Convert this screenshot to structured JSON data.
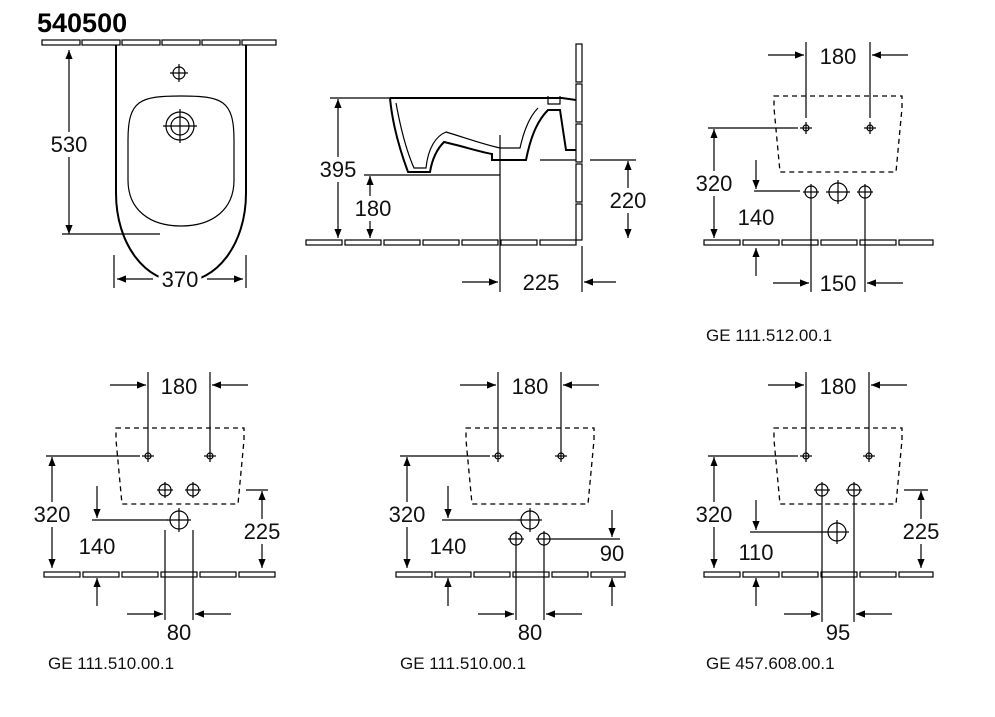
{
  "model_number": "540500",
  "top_view": {
    "depth": "530",
    "width": "370"
  },
  "side_view": {
    "height_total": "395",
    "height_outlet": "180",
    "height_side": "220",
    "offset": "225"
  },
  "layout_1": {
    "spacing_top": "180",
    "height": "320",
    "height_lower": "140",
    "spacing_bottom": "150",
    "code": "GE 111.512.00.1"
  },
  "layout_2": {
    "spacing_top": "180",
    "height": "320",
    "height_lower": "140",
    "height_right": "225",
    "spacing_bottom": "80",
    "code": "GE 111.510.00.1"
  },
  "layout_3": {
    "spacing_top": "180",
    "height": "320",
    "height_lower": "140",
    "height_right": "90",
    "spacing_bottom": "80",
    "code": "GE 111.510.00.1"
  },
  "layout_4": {
    "spacing_top": "180",
    "height": "320",
    "height_lower": "110",
    "height_right": "225",
    "spacing_bottom": "95",
    "code": "GE 457.608.00.1"
  }
}
